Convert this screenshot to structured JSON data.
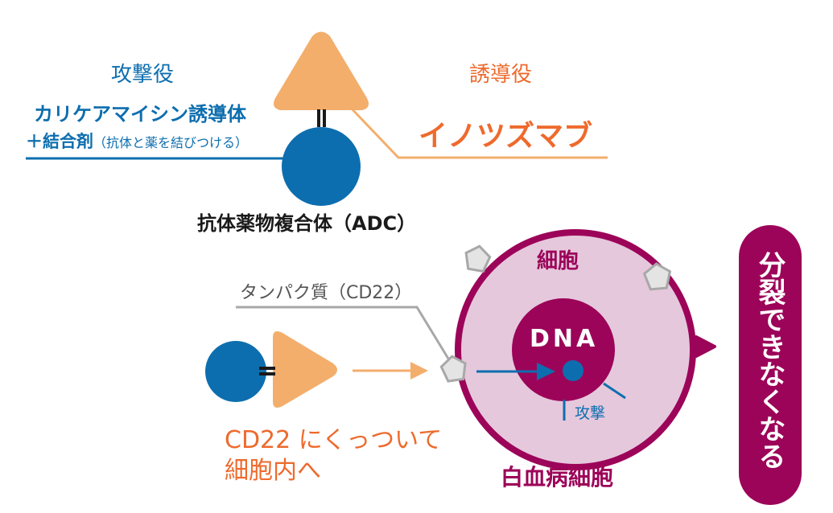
{
  "colors": {
    "blue": "#0d6eaf",
    "orange_fill": "#f3ae6c",
    "orange_text": "#ee6a2d",
    "magenta": "#9c0459",
    "cell_fill": "#e5c8dc",
    "gray": "#a8a8a8",
    "pentagon_fill": "#e4e4e4",
    "black": "#1a1a1a"
  },
  "top": {
    "attacker_role": "攻撃役",
    "attacker_name": "カリケアマイシン誘導体",
    "linker_prefix": "＋結合剤",
    "linker_note": "（抗体と薬を結びつける）",
    "guide_role": "誘導役",
    "guide_name": "イノツズマブ",
    "adc_label": "抗体薬物複合体（ADC）"
  },
  "bottom": {
    "protein_label": "タンパク質（CD22）",
    "binding_line1": "CD22 にくっついて",
    "binding_line2": "細胞内へ",
    "cell_label": "細胞",
    "dna_label": "DNA",
    "attack_label": "攻撃",
    "leukemia_cell_label": "白血病細胞",
    "result_label": "分裂できなくなる"
  }
}
